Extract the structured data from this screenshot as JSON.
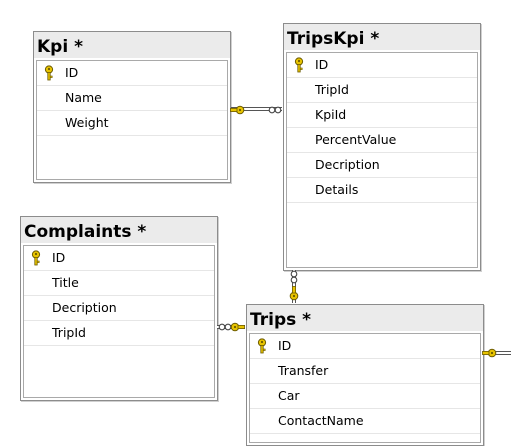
{
  "tables": {
    "kpi": {
      "title": "Kpi *",
      "columns": [
        {
          "name": "ID",
          "key": true
        },
        {
          "name": "Name",
          "key": false
        },
        {
          "name": "Weight",
          "key": false
        }
      ]
    },
    "tripskpi": {
      "title": "TripsKpi *",
      "columns": [
        {
          "name": "ID",
          "key": true
        },
        {
          "name": "TripId",
          "key": false
        },
        {
          "name": "KpiId",
          "key": false
        },
        {
          "name": "PercentValue",
          "key": false
        },
        {
          "name": "Decription",
          "key": false
        },
        {
          "name": "Details",
          "key": false
        }
      ]
    },
    "complaints": {
      "title": "Complaints *",
      "columns": [
        {
          "name": "ID",
          "key": true
        },
        {
          "name": "Title",
          "key": false
        },
        {
          "name": "Decription",
          "key": false
        },
        {
          "name": "TripId",
          "key": false
        }
      ]
    },
    "trips": {
      "title": "Trips *",
      "columns": [
        {
          "name": "ID",
          "key": true
        },
        {
          "name": "Transfer",
          "key": false
        },
        {
          "name": "Car",
          "key": false
        },
        {
          "name": "ContactName",
          "key": false
        }
      ]
    }
  },
  "relationships": [
    {
      "from": "kpi",
      "to": "tripskpi",
      "one_end": "kpi",
      "many_end": "tripskpi"
    },
    {
      "from": "trips",
      "to": "tripskpi",
      "one_end": "trips",
      "many_end": "tripskpi"
    },
    {
      "from": "trips",
      "to": "complaints",
      "one_end": "trips",
      "many_end": "complaints"
    },
    {
      "from": "trips",
      "to": "offscreen-right",
      "one_end": "trips",
      "many_end": "offscreen-right"
    }
  ],
  "colors": {
    "key_gold": "#e8c400",
    "key_outline": "#6b5a00",
    "title_bg": "#ebebeb",
    "border": "#8c8c8c"
  }
}
